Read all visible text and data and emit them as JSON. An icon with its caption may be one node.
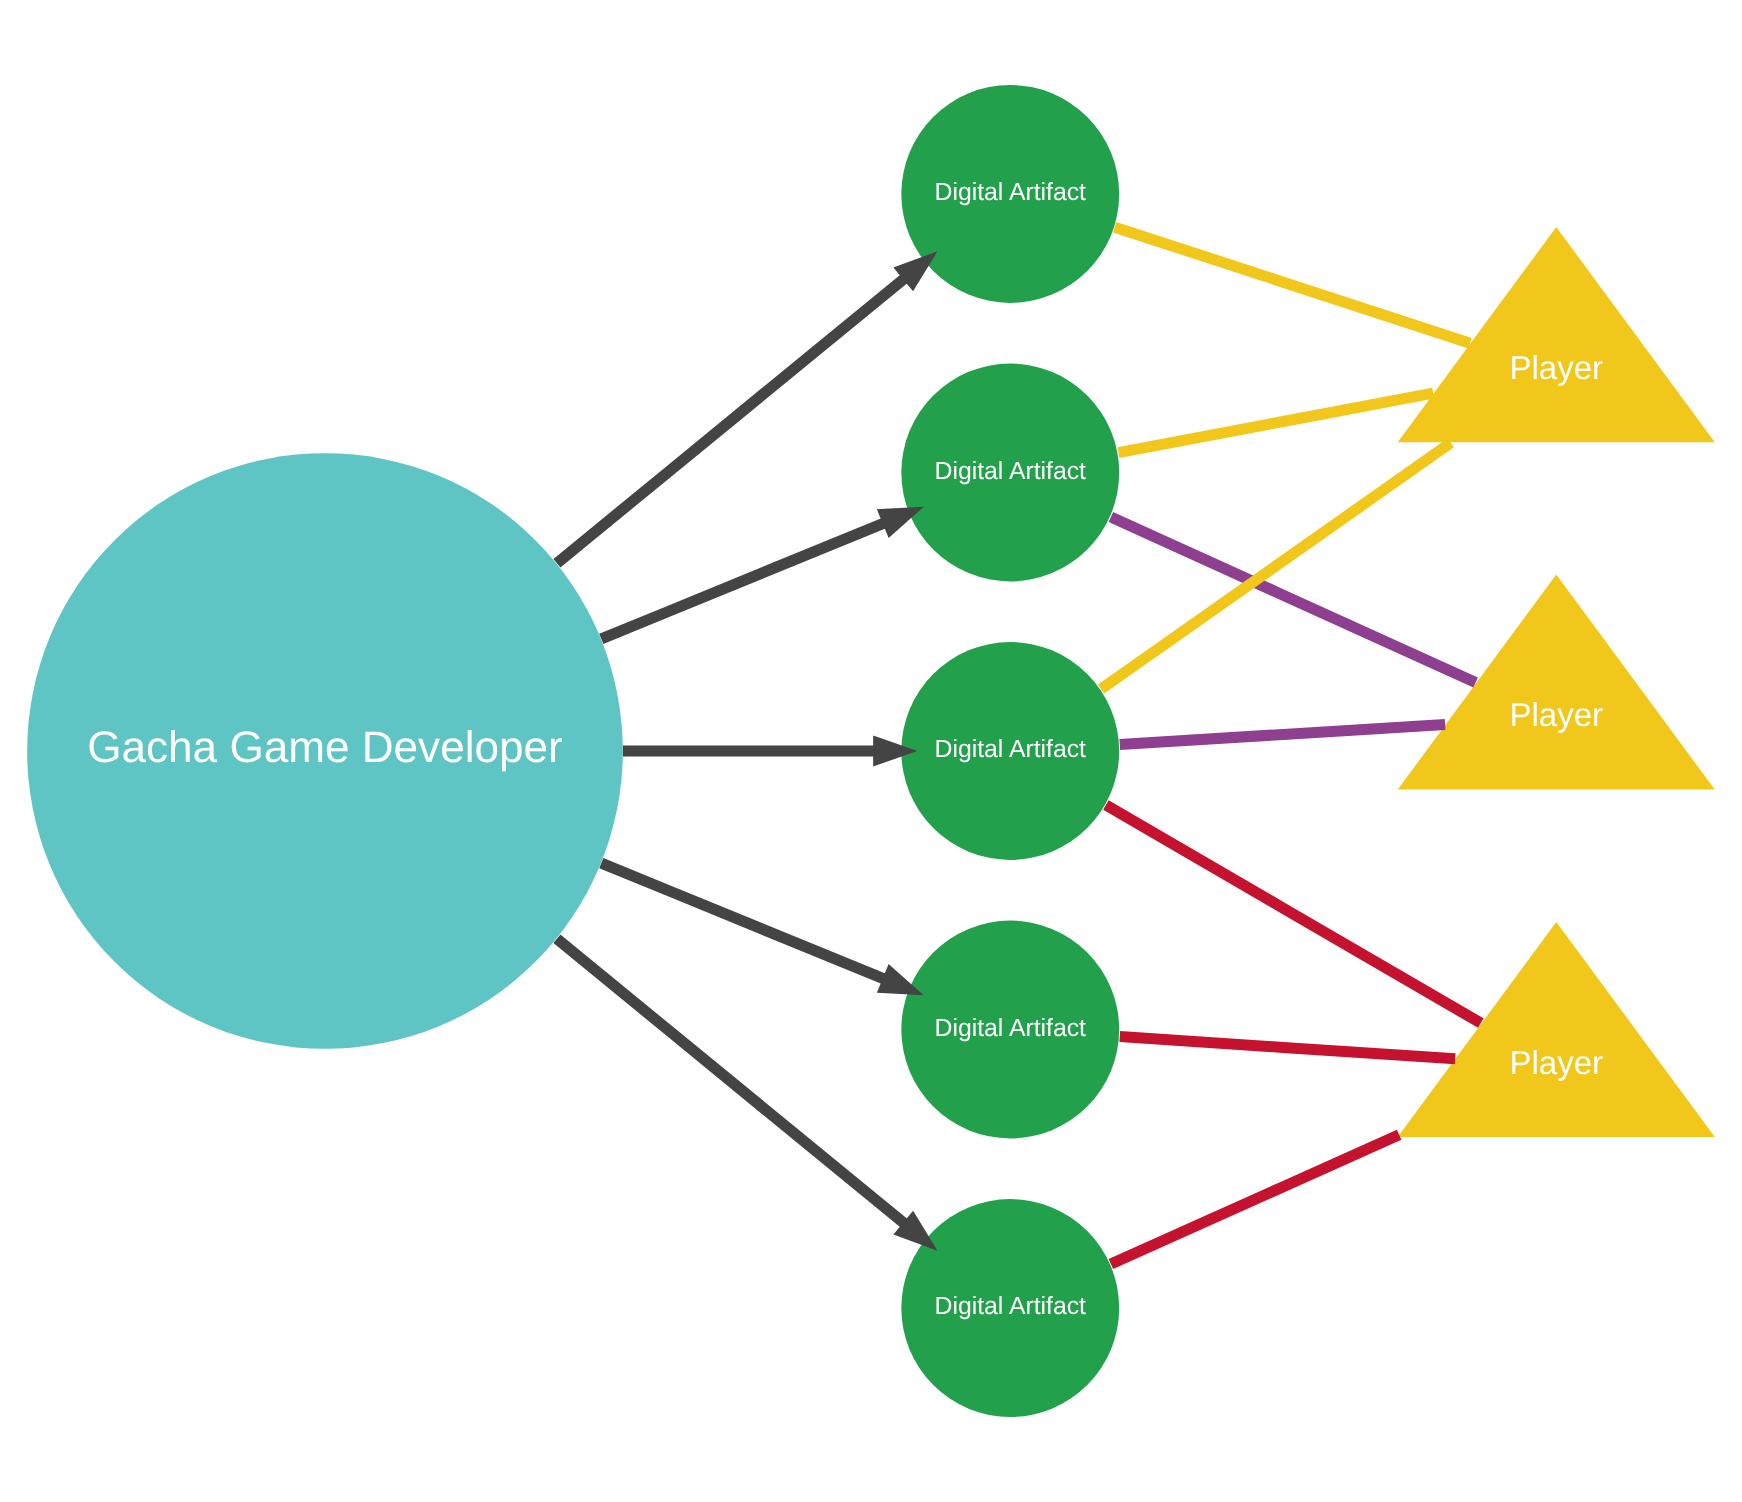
{
  "diagram": {
    "nodes": [
      {
        "text": [
          "Gacha Game Developer"
        ]
      },
      {
        "text": [
          "Digital Artifact"
        ]
      },
      {
        "text": [
          "Digital Artifact"
        ]
      },
      {
        "text": [
          "Digital Artifact"
        ]
      },
      {
        "text": [
          "Digital Artifact"
        ]
      },
      {
        "text": [
          "Digital Artifact"
        ]
      },
      {
        "text": [
          "Player"
        ]
      },
      {
        "text": [
          "Player"
        ]
      },
      {
        "text": [
          "Player"
        ]
      }
    ],
    "edges": [
      {
        "from": 0,
        "to": 1,
        "arrow": "to"
      },
      {
        "from": 0,
        "to": 2,
        "arrow": "to"
      },
      {
        "from": 0,
        "to": 3,
        "arrow": "to"
      },
      {
        "from": 0,
        "to": 4,
        "arrow": "to"
      },
      {
        "from": 0,
        "to": 5,
        "arrow": "to"
      },
      {
        "from": 1,
        "to": 6,
        "arrow": "none",
        "color": "#f2c71b"
      },
      {
        "from": 2,
        "to": 6,
        "arrow": "none",
        "color": "#f2c71b"
      },
      {
        "from": 3,
        "to": 6,
        "arrow": "none",
        "color": "#f2c71b"
      },
      {
        "from": 2,
        "to": 7,
        "arrow": "none",
        "color": "#8e3f8f"
      },
      {
        "from": 3,
        "to": 7,
        "arrow": "none",
        "color": "#8e3f8f"
      },
      {
        "from": 3,
        "to": 8,
        "arrow": "none",
        "color": "#c4122f"
      },
      {
        "from": 4,
        "to": 8,
        "arrow": "none",
        "color": "#c4122f"
      },
      {
        "from": 5,
        "to": 8,
        "arrow": "none",
        "color": "#c4122f"
      }
    ]
  }
}
